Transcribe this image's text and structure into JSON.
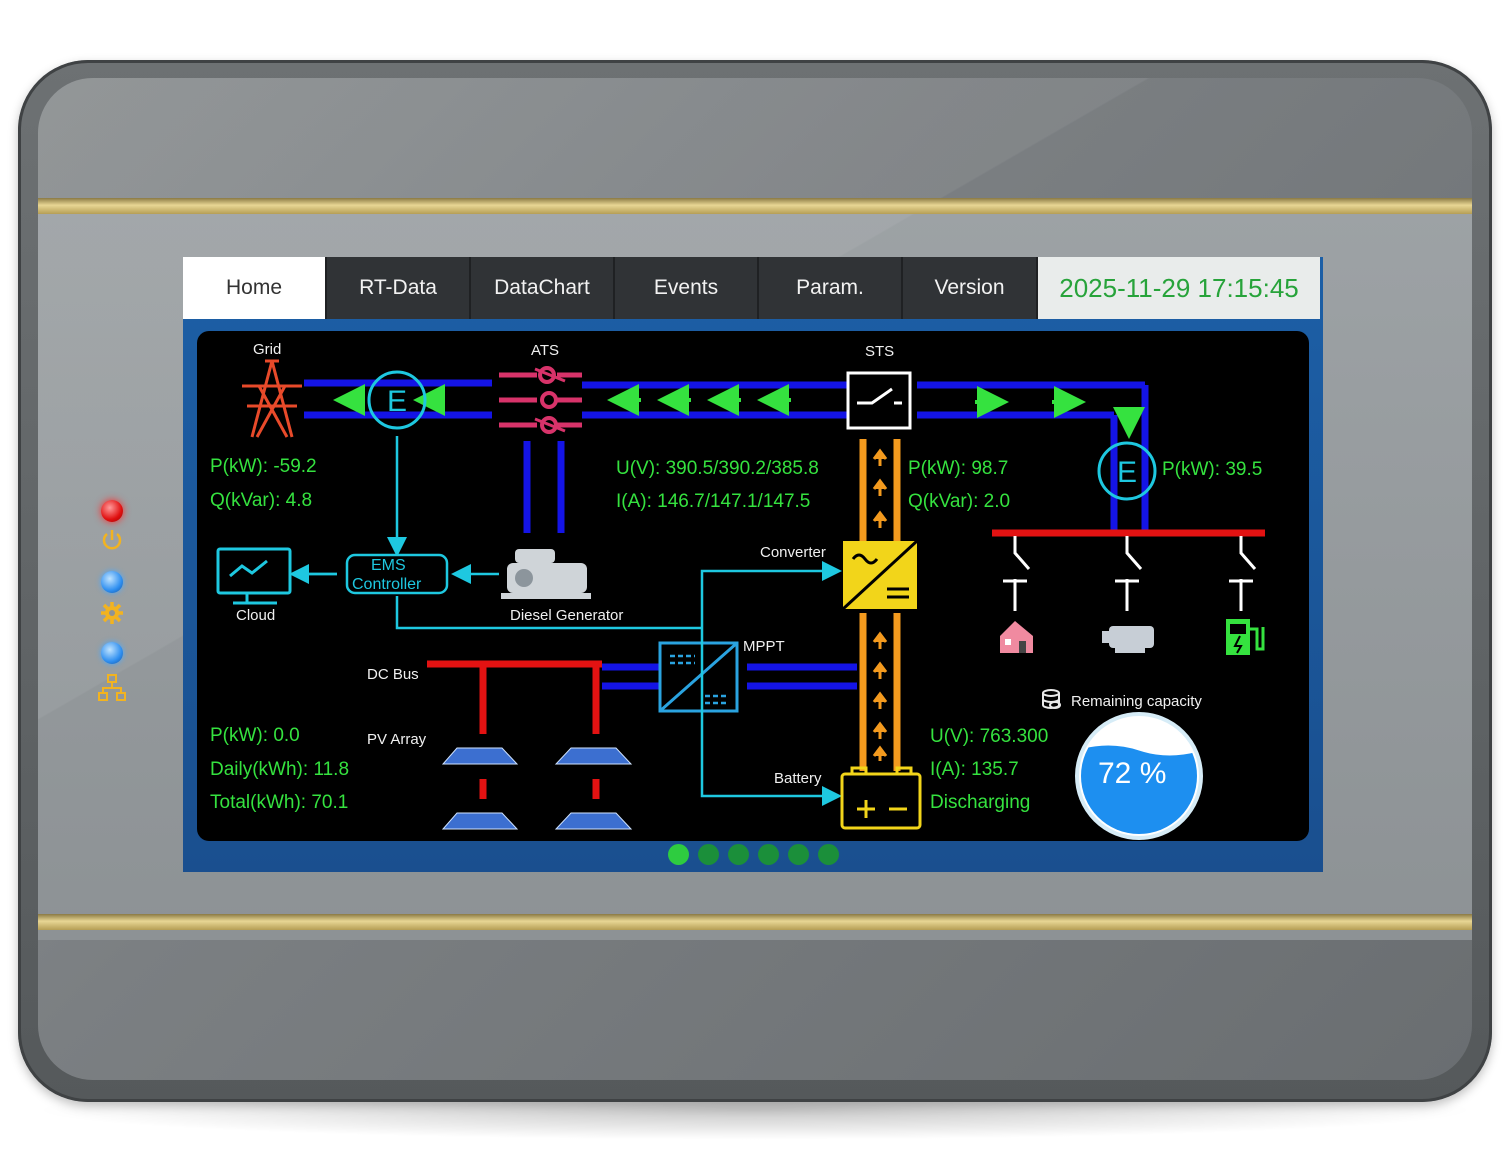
{
  "tabs": [
    {
      "label": "Home",
      "active": true
    },
    {
      "label": "RT-Data"
    },
    {
      "label": "DataChart"
    },
    {
      "label": "Events"
    },
    {
      "label": "Param."
    },
    {
      "label": "Version"
    }
  ],
  "clock": "2025-11-29 17:15:45",
  "colors": {
    "accent_green": "#35e23f",
    "cyan": "#1ec8e0",
    "bus_blue": "#1414e6",
    "bus_red": "#e31212",
    "orange": "#f39a1e"
  },
  "labels": {
    "grid": "Grid",
    "ats": "ATS",
    "sts": "STS",
    "cloud": "Cloud",
    "ems_line1": "EMS",
    "ems_line2": "Controller",
    "diesel": "Diesel Generator",
    "converter": "Converter",
    "mppt": "MPPT",
    "dc_bus": "DC Bus",
    "pv_array": "PV Array",
    "battery": "Battery",
    "meter_letter": "E",
    "remaining": "Remaining capacity"
  },
  "grid": {
    "p": "P(kW): -59.2",
    "q": "Q(kVar): 4.8"
  },
  "ats_meas": {
    "u": "U(V): 390.5/390.2/385.8",
    "i": "I(A): 146.7/147.1/147.5"
  },
  "sts_meas": {
    "p": "P(kW): 98.7",
    "q": "Q(kVar): 2.0"
  },
  "load": {
    "p": "P(kW): 39.5"
  },
  "pv": {
    "p": "P(kW): 0.0",
    "daily": "Daily(kWh): 11.8",
    "total": "Total(kWh): 70.1"
  },
  "battery_meas": {
    "u": "U(V): 763.300",
    "i": "I(A): 135.7",
    "state": "Discharging"
  },
  "soc": {
    "value": 72,
    "text": "72 %"
  },
  "pager": {
    "count": 6,
    "active": 0
  },
  "icons": [
    "power-icon",
    "gear-icon",
    "network-icon",
    "tower-icon",
    "monitor-icon",
    "house-icon",
    "motor-icon",
    "charger-icon",
    "database-icon"
  ]
}
